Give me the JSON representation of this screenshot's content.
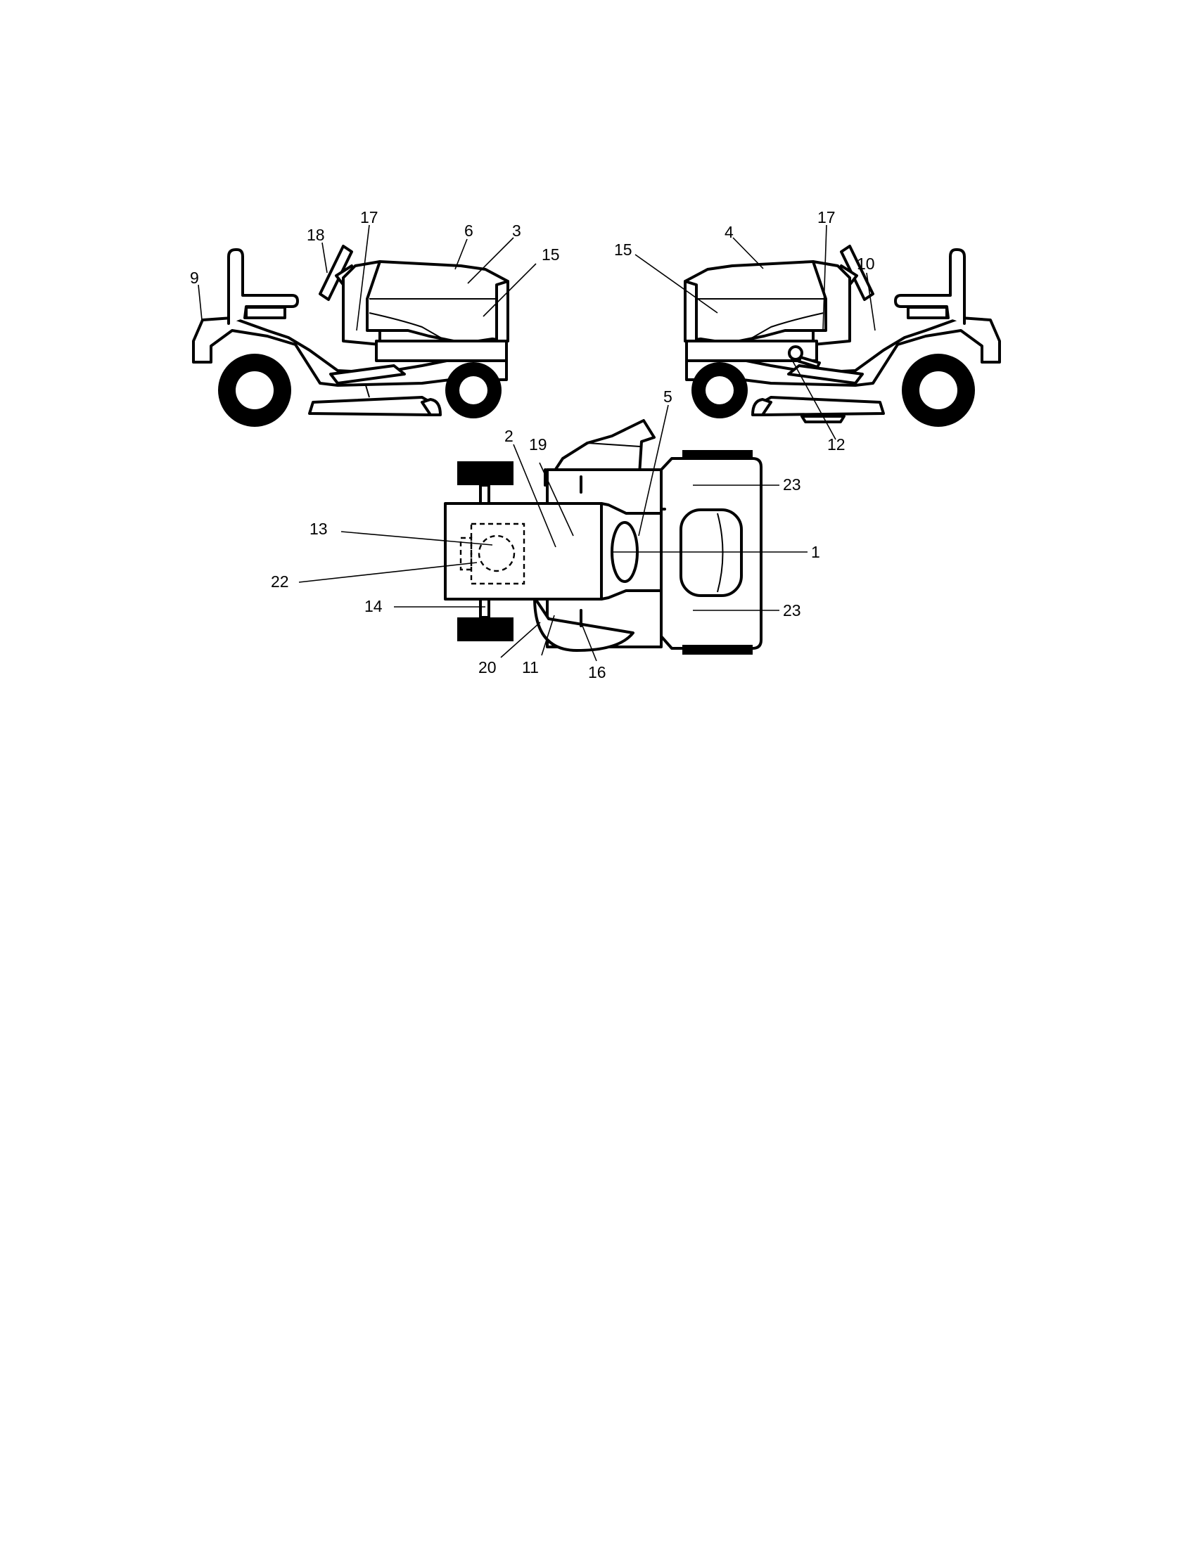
{
  "labels": {
    "left_view": {
      "n9": "9",
      "n18": "18",
      "n17": "17",
      "n6": "6",
      "n3": "3",
      "n15": "15"
    },
    "right_view": {
      "n15": "15",
      "n4": "4",
      "n17": "17",
      "n10": "10",
      "n12": "12"
    },
    "top_view": {
      "n2": "2",
      "n19": "19",
      "n5": "5",
      "n23a": "23",
      "n13": "13",
      "n1": "1",
      "n22": "22",
      "n14": "14",
      "n23b": "23",
      "n20": "20",
      "n11": "11",
      "n16": "16"
    }
  }
}
